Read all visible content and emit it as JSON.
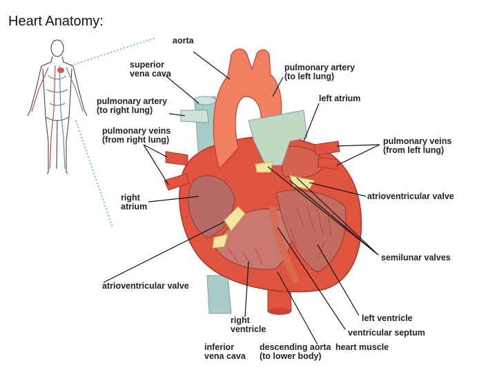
{
  "title": "Heart Anatomy:",
  "labels": {
    "aorta": "aorta",
    "superior_vena_cava": [
      "superior",
      "vena cava"
    ],
    "pulmonary_artery_left": [
      "pulmonary artery",
      "(to left lung)"
    ],
    "left_atrium": "left atrium",
    "pulmonary_artery_right": [
      "pulmonary artery",
      "(to right lung)"
    ],
    "pulmonary_veins_right": [
      "pulmonary veins",
      "(from right lung)"
    ],
    "pulmonary_veins_left": [
      "pulmonary veins",
      "(from left lung)"
    ],
    "right_atrium": [
      "right",
      "atrium"
    ],
    "atrioventricular_valve_left": "atrioventricular valve",
    "semilunar_valves": "semilunar valves",
    "atrioventricular_valve_right": "atrioventricular valve",
    "left_ventricle": "left ventricle",
    "ventricular_septum": "ventricular septum",
    "right_ventricle": [
      "right",
      "ventricle"
    ],
    "inferior_vena_cava": [
      "inferior",
      "vena cava"
    ],
    "descending_aorta": [
      "descending aorta",
      "(to lower body)"
    ],
    "heart_muscle": "heart muscle"
  },
  "colors": {
    "muscle": "#e0533f",
    "muscle_dark": "#b8322a",
    "chamber": "#c9796f",
    "vein_blue": "#a8cbc8",
    "valve": "#f2e6a0",
    "aorta": "#f08060"
  }
}
